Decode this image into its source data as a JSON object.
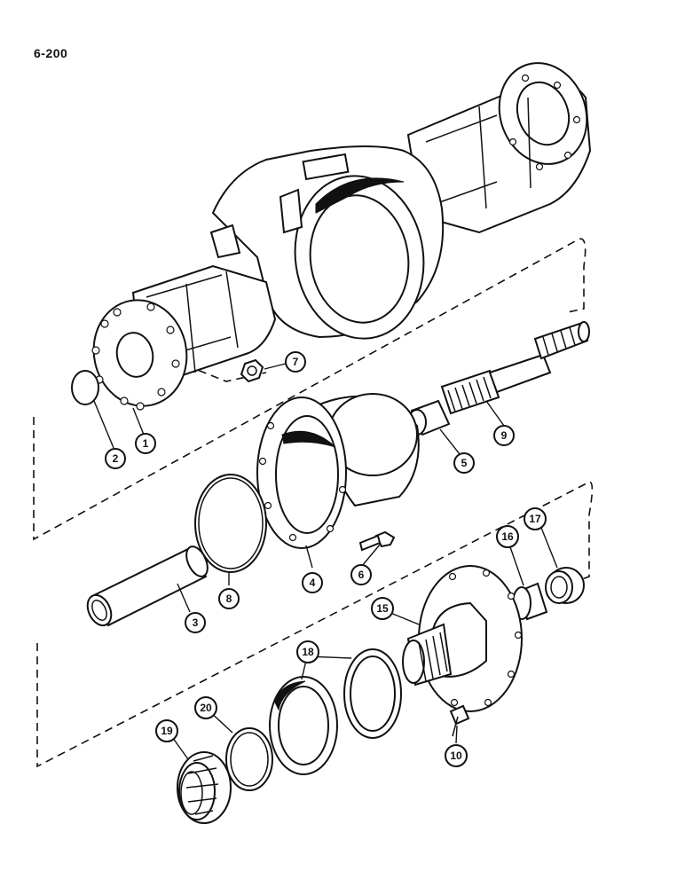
{
  "page_code": "6-200",
  "callouts": [
    "1",
    "2",
    "3",
    "4",
    "5",
    "6",
    "7",
    "8",
    "9",
    "10",
    "15",
    "16",
    "17",
    "18",
    "19",
    "20"
  ]
}
